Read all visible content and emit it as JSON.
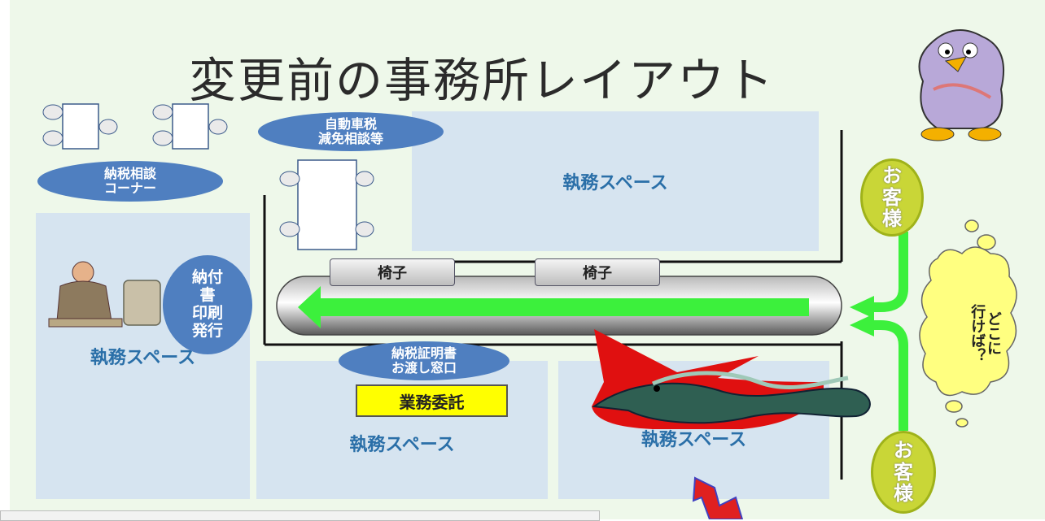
{
  "title": "変更前の事務所レイアウト",
  "labels": {
    "work_space": "執務スペース",
    "consult_corner": "納税相談\nコーナー",
    "auto_tax": "自動車税\n減免相談等",
    "payment_slip": "納付\n書\n印刷\n発行",
    "certificate": "納税証明書\nお渡し窓口",
    "outsourcing": "業務委託",
    "chair": "椅子",
    "customer": "お\n客\n様",
    "where_to_go": "どこに\n行けば？"
  },
  "colors": {
    "background": "#eef8ea",
    "space": "#d6e4f0",
    "oval": "#4f7fc0",
    "arrow": "#3cf03c",
    "customer": "#c9d637",
    "highlight_box": "#ffff00",
    "alert": "#e01010"
  },
  "icons": [
    "office-worker-icon",
    "eel-icon",
    "angry-bird-mascot-icon"
  ]
}
